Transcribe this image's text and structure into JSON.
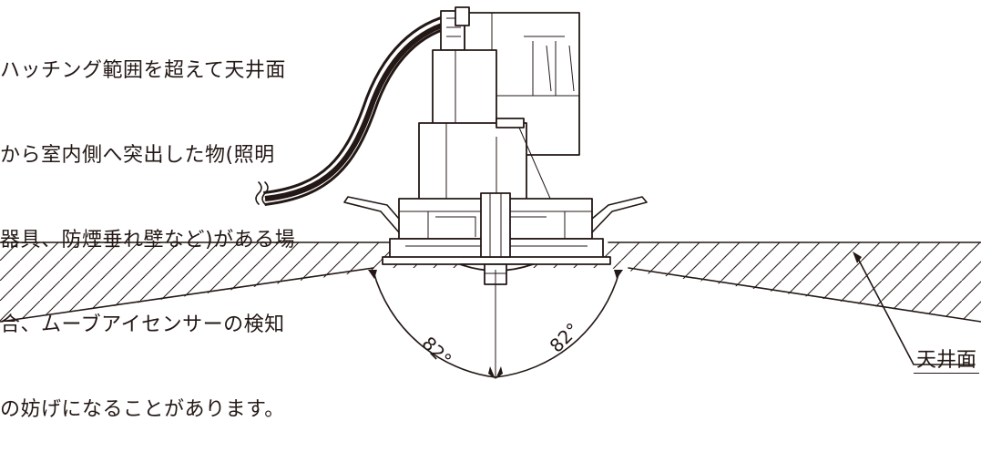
{
  "note": {
    "lines": [
      "ハッチング範囲を超えて天井面",
      "から室内側へ突出した物(照明",
      "器具、防煙垂れ壁など)がある場",
      "合、ムーブアイセンサーの検知",
      "の妨げになることがあります。"
    ]
  },
  "labels": {
    "ceiling": "天井面",
    "angle_left": "82°",
    "angle_right": "82°"
  },
  "colors": {
    "line": "#231815",
    "background": "#ffffff"
  }
}
